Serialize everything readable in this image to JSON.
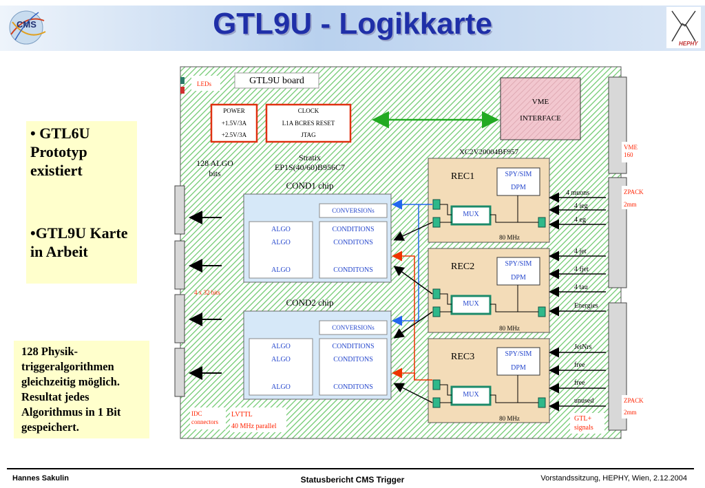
{
  "title": "GTL9U - Logikkarte",
  "bullets": {
    "b1": "• GTL6U Prototyp existiert",
    "b2": "•GTL9U Karte in Arbeit"
  },
  "note": "128 Physik-triggeralgorithmen gleichzeitig möglich. Resultat jedes Algorithmus in 1 Bit gespeichert.",
  "board": {
    "title": "GTL9U board",
    "leds": "LEDs",
    "power": [
      "POWER",
      "+1.5V/3A",
      "+2.5V/3A"
    ],
    "clock": [
      "CLOCK",
      "L1A BCRES RESET",
      "JTAG"
    ],
    "vme": [
      "VME",
      "INTERFACE"
    ],
    "algo_bits": [
      "128 ALGO",
      "bits"
    ],
    "stratix": [
      "Stratix",
      "EP1S(40/60)B956C7"
    ],
    "xc2v": "XC2V20004BF957",
    "cond1": "COND1 chip",
    "cond2": "COND2 chip",
    "conversions": "CONVERSIONs",
    "algo": "ALGO",
    "conditions": "CONDITIONS",
    "conditons": "CONDITONS",
    "bits32": "4 x 32 bits",
    "idc": [
      "IDC",
      "connectors"
    ],
    "lvttl": [
      "LVTTL",
      "40 MHz parallel"
    ],
    "rec": [
      "REC1",
      "REC2",
      "REC3"
    ],
    "spy": [
      "SPY/SIM",
      "DPM"
    ],
    "mux": "MUX",
    "mhz": "80 MHz",
    "inputs": [
      "4 muons",
      "4 ieg",
      "4 eg",
      "4 jet",
      "4 fjet",
      "4 tau",
      "Energies",
      "JetNrs",
      "free",
      "free",
      "unused"
    ],
    "gtl": [
      "GTL+",
      "signals"
    ],
    "vme160": [
      "VME",
      "160"
    ],
    "zpack": [
      "ZPACK",
      "2mm"
    ]
  },
  "footer": {
    "left": "Hannes Sakulin",
    "center": "Statusbericht CMS Trigger",
    "right": "Vorstandssitzung, HEPHY, Wien, 2.12.2004"
  }
}
